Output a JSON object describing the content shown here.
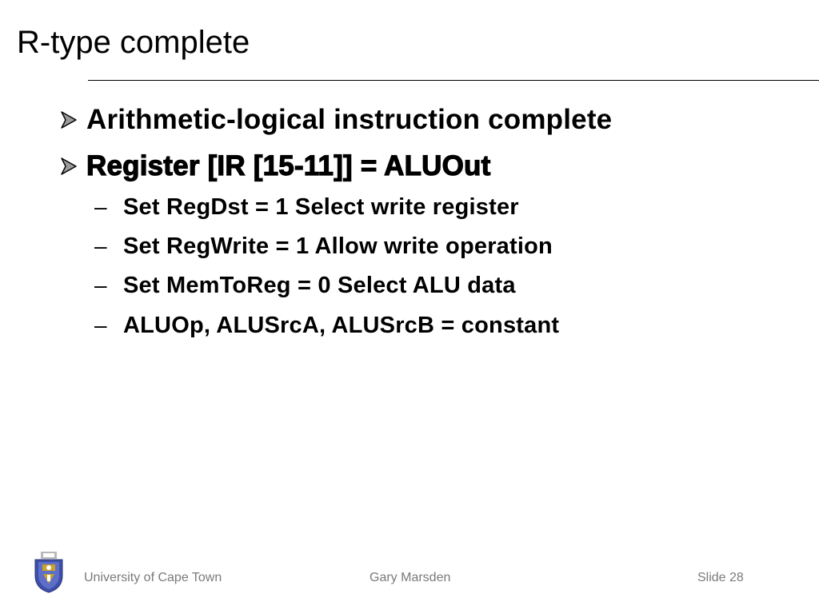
{
  "slide": {
    "title": "R-type complete"
  },
  "bullets": [
    {
      "text": "Arithmetic-logical instruction complete",
      "marker_icon": "arrowhead-bullet-icon"
    },
    {
      "text": "Register [IR [15-11]] = ALUOut",
      "marker_icon": "arrowhead-bullet-icon"
    }
  ],
  "sub_bullets": [
    {
      "dash": "–",
      "text": "Set RegDst = 1 Select write register"
    },
    {
      "dash": "–",
      "text": "Set RegWrite = 1 Allow write operation"
    },
    {
      "dash": "–",
      "text": "Set MemToReg = 0 Select ALU data"
    },
    {
      "dash": "–",
      "text": "ALUOp, ALUSrcA, ALUSrcB = constant"
    }
  ],
  "footer": {
    "left": "University of Cape Town",
    "center": "Gary Marsden",
    "right": "Slide 28",
    "logo_icon": "university-crest-icon"
  },
  "colors": {
    "text": "#000000",
    "footer_text": "#7a7a7a",
    "rule": "#000000",
    "background": "#ffffff",
    "crest_blue": "#3d4fa8",
    "crest_gold": "#c9a227"
  }
}
